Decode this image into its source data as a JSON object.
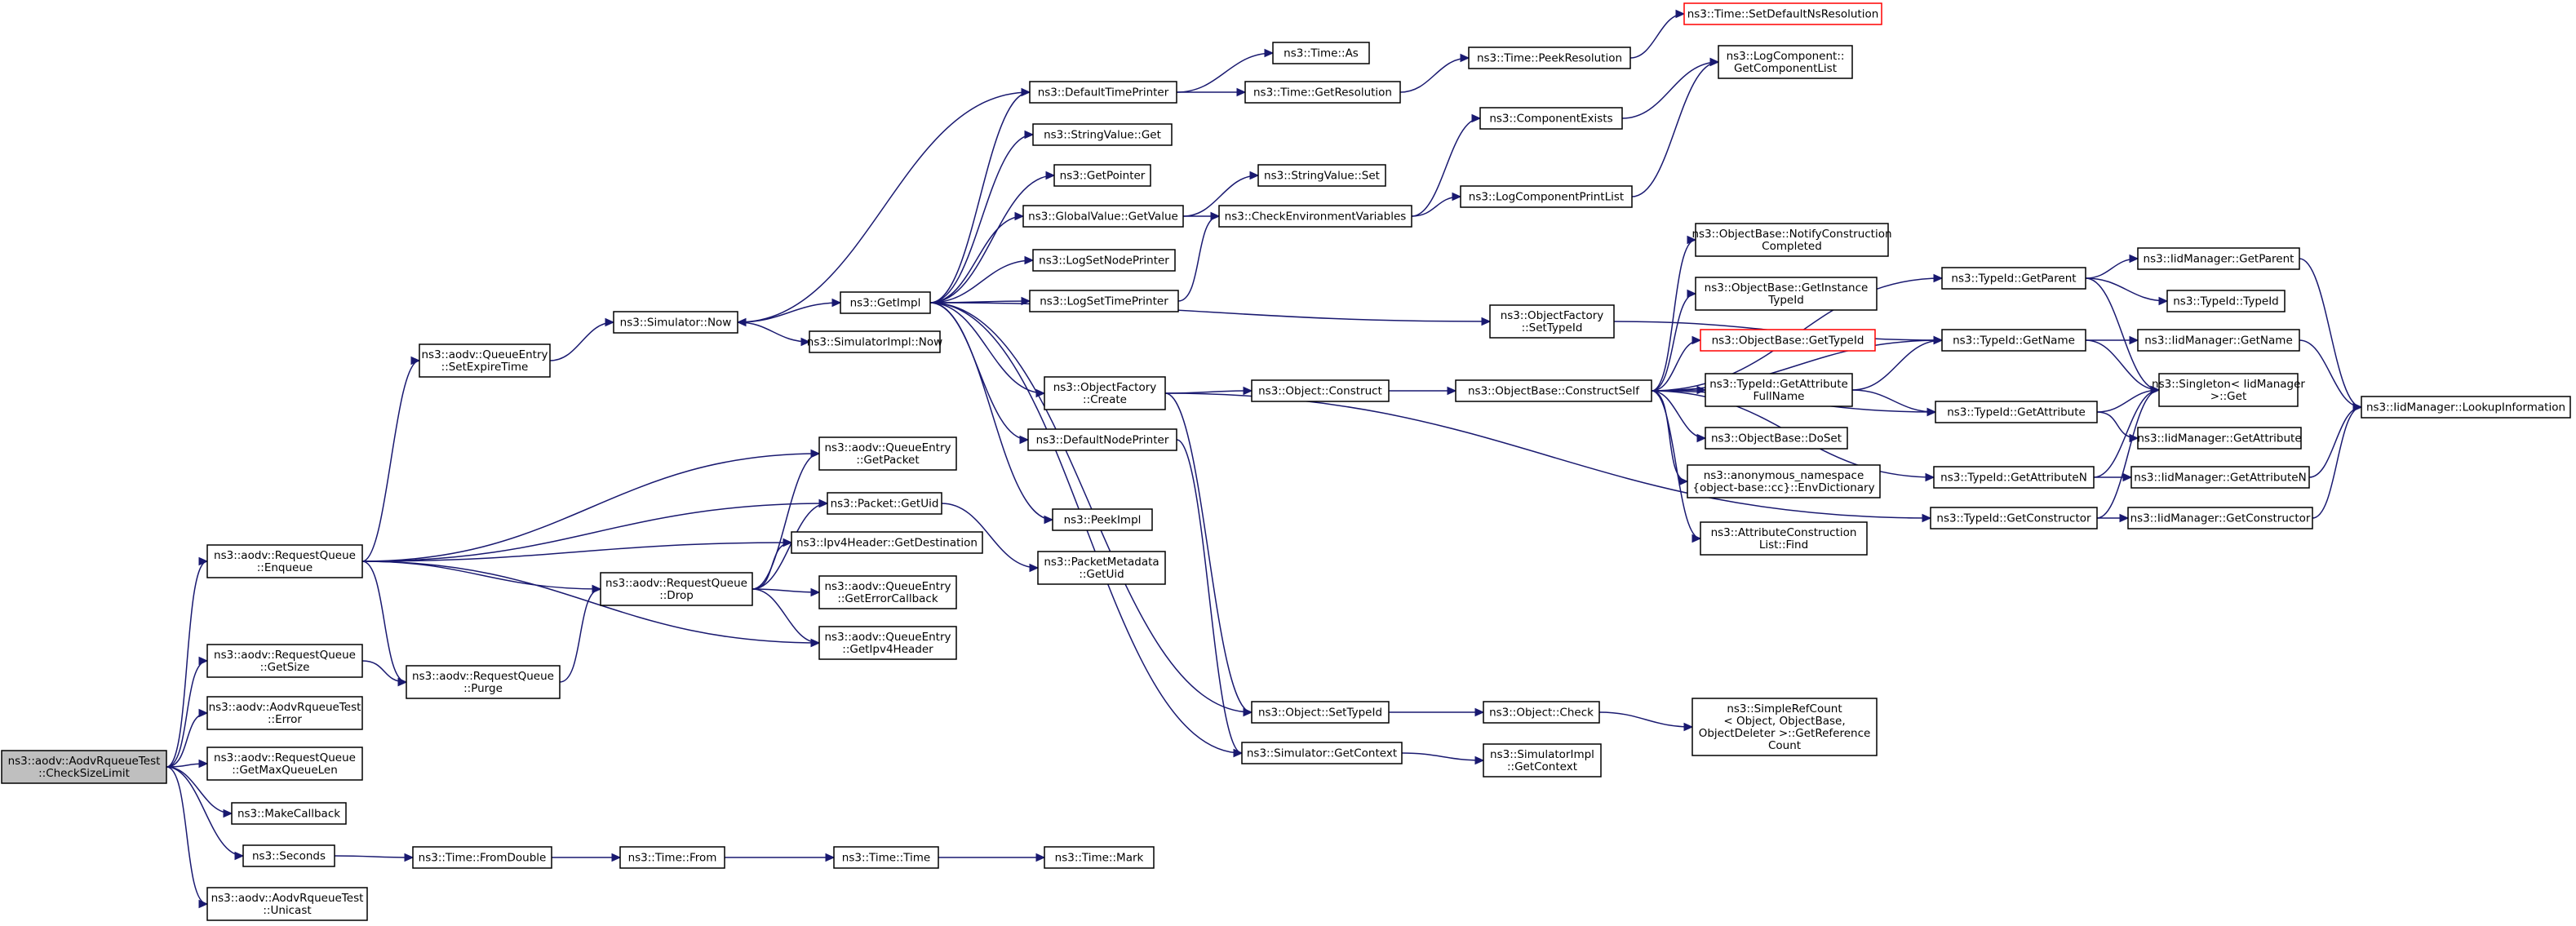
{
  "colors": {
    "edge": "#191970",
    "root_fill": "#bfbfbf",
    "missing_border": "#ff0000"
  },
  "nodes": {
    "root": {
      "lines": [
        "ns3::aodv::AodvRqueueTest",
        "::CheckSizeLimit"
      ],
      "style": "root"
    },
    "enq": {
      "lines": [
        "ns3::aodv::RequestQueue",
        "::Enqueue"
      ]
    },
    "getsize": {
      "lines": [
        "ns3::aodv::RequestQueue",
        "::GetSize"
      ]
    },
    "error": {
      "lines": [
        "ns3::aodv::AodvRqueueTest",
        "::Error"
      ]
    },
    "gmql": {
      "lines": [
        "ns3::aodv::RequestQueue",
        "::GetMaxQueueLen"
      ]
    },
    "mkcb": {
      "lines": [
        "ns3::MakeCallback"
      ]
    },
    "seconds": {
      "lines": [
        "ns3::Seconds"
      ]
    },
    "unicast": {
      "lines": [
        "ns3::aodv::AodvRqueueTest",
        "::Unicast"
      ]
    },
    "setexp": {
      "lines": [
        "ns3::aodv::QueueEntry",
        "::SetExpireTime"
      ]
    },
    "purge": {
      "lines": [
        "ns3::aodv::RequestQueue",
        "::Purge"
      ]
    },
    "drop": {
      "lines": [
        "ns3::aodv::RequestQueue",
        "::Drop"
      ]
    },
    "getpkt": {
      "lines": [
        "ns3::aodv::QueueEntry",
        "::GetPacket"
      ]
    },
    "pktuid": {
      "lines": [
        "ns3::Packet::GetUid"
      ]
    },
    "ipv4dst": {
      "lines": [
        "ns3::Ipv4Header::GetDestination"
      ]
    },
    "errcb": {
      "lines": [
        "ns3::aodv::QueueEntry",
        "::GetErrorCallback"
      ]
    },
    "getipv4": {
      "lines": [
        "ns3::aodv::QueueEntry",
        "::GetIpv4Header"
      ]
    },
    "pmuid": {
      "lines": [
        "ns3::PacketMetadata",
        "::GetUid"
      ]
    },
    "fromdbl": {
      "lines": [
        "ns3::Time::FromDouble"
      ]
    },
    "from": {
      "lines": [
        "ns3::Time::From"
      ]
    },
    "time": {
      "lines": [
        "ns3::Time::Time"
      ]
    },
    "mark": {
      "lines": [
        "ns3::Time::Mark"
      ]
    },
    "simnow": {
      "lines": [
        "ns3::Simulator::Now"
      ]
    },
    "getimpl": {
      "lines": [
        "ns3::GetImpl"
      ]
    },
    "simimplnow": {
      "lines": [
        "ns3::SimulatorImpl::Now"
      ]
    },
    "dtp": {
      "lines": [
        "ns3::DefaultTimePrinter"
      ]
    },
    "svget": {
      "lines": [
        "ns3::StringValue::Get"
      ]
    },
    "getptr": {
      "lines": [
        "ns3::GetPointer"
      ]
    },
    "gvget": {
      "lines": [
        "ns3::GlobalValue::GetValue"
      ]
    },
    "lsnp": {
      "lines": [
        "ns3::LogSetNodePrinter"
      ]
    },
    "lstp": {
      "lines": [
        "ns3::LogSetTimePrinter"
      ]
    },
    "ofcreate": {
      "lines": [
        "ns3::ObjectFactory",
        "::Create"
      ]
    },
    "dnp": {
      "lines": [
        "ns3::DefaultNodePrinter"
      ]
    },
    "peek": {
      "lines": [
        "ns3::PeekImpl"
      ]
    },
    "timeas": {
      "lines": [
        "ns3::Time::As"
      ]
    },
    "getres": {
      "lines": [
        "ns3::Time::GetResolution"
      ]
    },
    "peekres": {
      "lines": [
        "ns3::Time::PeekResolution"
      ]
    },
    "setdef": {
      "lines": [
        "ns3::Time::SetDefaultNsResolution"
      ],
      "style": "red"
    },
    "svset": {
      "lines": [
        "ns3::StringValue::Set"
      ]
    },
    "cev": {
      "lines": [
        "ns3::CheckEnvironmentVariables"
      ]
    },
    "compex": {
      "lines": [
        "ns3::ComponentExists"
      ]
    },
    "lcpl": {
      "lines": [
        "ns3::LogComponentPrintList"
      ]
    },
    "lcgcl": {
      "lines": [
        "ns3::LogComponent::",
        "GetComponentList"
      ]
    },
    "ofsettid": {
      "lines": [
        "ns3::ObjectFactory",
        "::SetTypeId"
      ]
    },
    "objconst": {
      "lines": [
        "ns3::Object::Construct"
      ]
    },
    "obconst": {
      "lines": [
        "ns3::ObjectBase::ConstructSelf"
      ]
    },
    "objsettid": {
      "lines": [
        "ns3::Object::SetTypeId"
      ]
    },
    "objcheck": {
      "lines": [
        "ns3::Object::Check"
      ]
    },
    "simgetctx": {
      "lines": [
        "ns3::Simulator::GetContext"
      ]
    },
    "simimplctx": {
      "lines": [
        "ns3::SimulatorImpl",
        "::GetContext"
      ]
    },
    "srcgetref": {
      "lines": [
        "ns3::SimpleRefCount",
        "< Object, ObjectBase,",
        "ObjectDeleter >::GetReference",
        "Count"
      ]
    },
    "obnotify": {
      "lines": [
        "ns3::ObjectBase::NotifyConstruction",
        "Completed"
      ]
    },
    "obgetinst": {
      "lines": [
        "ns3::ObjectBase::GetInstance",
        "TypeId"
      ]
    },
    "obgettid": {
      "lines": [
        "ns3::ObjectBase::GetTypeId"
      ],
      "style": "red"
    },
    "tidgafn": {
      "lines": [
        "ns3::TypeId::GetAttribute",
        "FullName"
      ]
    },
    "obdoset": {
      "lines": [
        "ns3::ObjectBase::DoSet"
      ]
    },
    "anonenv": {
      "lines": [
        "ns3::anonymous_namespace",
        "{object-base::cc}::EnvDictionary"
      ]
    },
    "acfind": {
      "lines": [
        "ns3::AttributeConstruction",
        "List::Find"
      ]
    },
    "tidgetparent": {
      "lines": [
        "ns3::TypeId::GetParent"
      ]
    },
    "tidgetname": {
      "lines": [
        "ns3::TypeId::GetName"
      ]
    },
    "tidgetattr": {
      "lines": [
        "ns3::TypeId::GetAttribute"
      ]
    },
    "tidgetattrn": {
      "lines": [
        "ns3::TypeId::GetAttributeN"
      ]
    },
    "tidgetctor": {
      "lines": [
        "ns3::TypeId::GetConstructor"
      ]
    },
    "iidgetparent": {
      "lines": [
        "ns3::IidManager::GetParent"
      ]
    },
    "tidtid": {
      "lines": [
        "ns3::TypeId::TypeId"
      ]
    },
    "iidgetname": {
      "lines": [
        "ns3::IidManager::GetName"
      ]
    },
    "singleton": {
      "lines": [
        "ns3::Singleton< IidManager",
        ">::Get"
      ]
    },
    "iidgetattr": {
      "lines": [
        "ns3::IidManager::GetAttribute"
      ]
    },
    "iidgetattrn": {
      "lines": [
        "ns3::IidManager::GetAttributeN"
      ]
    },
    "iidgetctor": {
      "lines": [
        "ns3::IidManager::GetConstructor"
      ]
    },
    "iidlookup": {
      "lines": [
        "ns3::IidManager::LookupInformation"
      ]
    }
  }
}
